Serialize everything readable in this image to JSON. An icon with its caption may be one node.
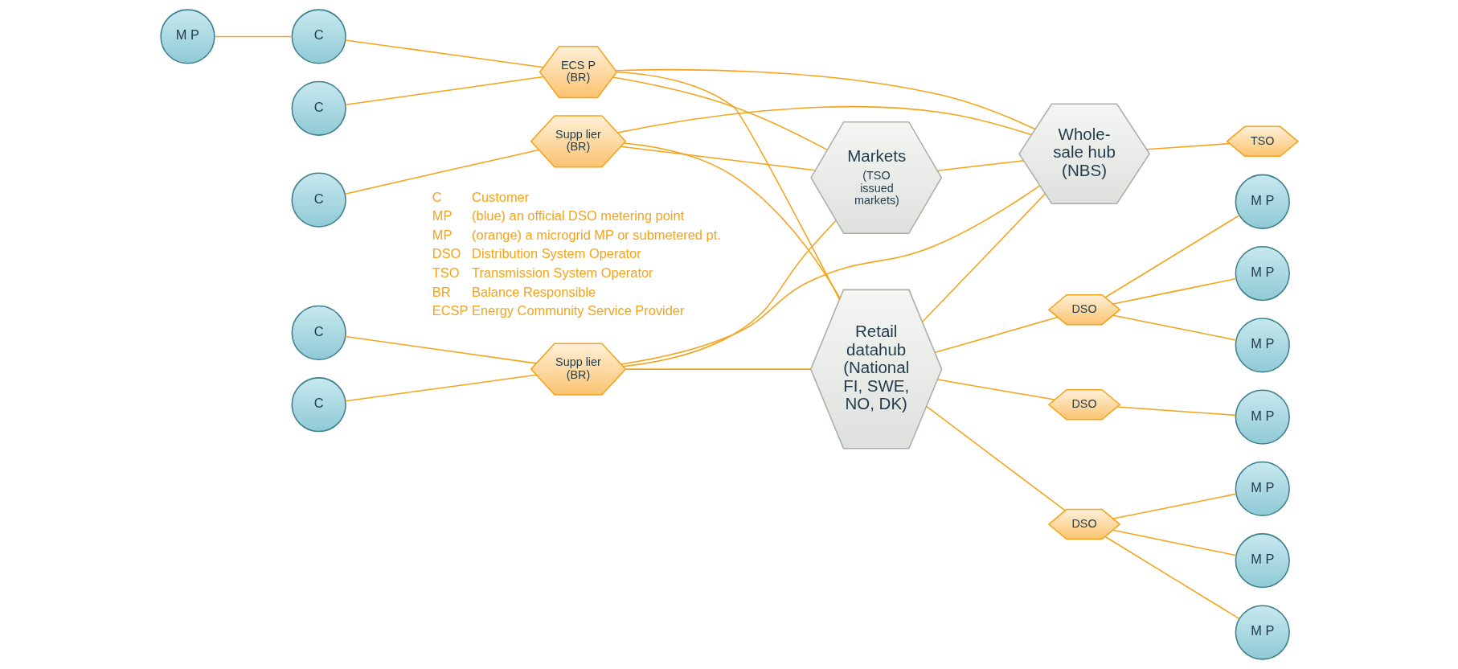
{
  "diagram": {
    "nodes": [
      {
        "text": [
          "C"
        ]
      },
      {
        "text": [
          "M P"
        ]
      },
      {
        "text": [
          "C"
        ]
      },
      {
        "text": [
          "C"
        ]
      },
      {
        "text": [
          "C"
        ]
      },
      {
        "text": [
          "C"
        ]
      },
      {
        "text": [
          "ECS P (BR)"
        ]
      },
      {
        "text": [
          "Supp lier (BR)"
        ]
      },
      {
        "text": [
          "Supp lier (BR)"
        ]
      },
      {
        "text": [
          "Retail datahub (National FI, SWE, NO, DK)"
        ]
      },
      {
        "text": [
          "Markets",
          "(TSO issued markets)"
        ]
      },
      {
        "text": [
          "Whole-sale hub (NBS)"
        ]
      },
      {
        "text": [
          "DSO"
        ]
      },
      {
        "text": [
          "DSO"
        ]
      },
      {
        "text": [
          "DSO"
        ]
      },
      {
        "text": [
          "TSO"
        ]
      },
      {
        "text": [
          "M P"
        ]
      },
      {
        "text": [
          "M P"
        ]
      },
      {
        "text": [
          "M P"
        ]
      },
      {
        "text": [
          "M P"
        ]
      },
      {
        "text": [
          "M P"
        ]
      },
      {
        "text": [
          "M P"
        ]
      },
      {
        "text": [
          "M P"
        ]
      }
    ],
    "edges": [
      {
        "from": 0,
        "to": 6,
        "arrow": "none"
      },
      {
        "from": 1,
        "to": 2,
        "arrow": "none"
      },
      {
        "from": 2,
        "to": 6,
        "arrow": "none"
      },
      {
        "from": 3,
        "to": 7,
        "arrow": "none"
      },
      {
        "from": 4,
        "to": 7,
        "arrow": "none"
      },
      {
        "from": 5,
        "to": 8,
        "arrow": "none"
      },
      {
        "from": 6,
        "to": 9,
        "arrow": "none"
      },
      {
        "from": 6,
        "to": 11,
        "arrow": "none"
      },
      {
        "from": 6,
        "to": 10,
        "arrow": "none"
      },
      {
        "from": 7,
        "to": 9,
        "arrow": "none"
      },
      {
        "from": 7,
        "to": 11,
        "arrow": "none"
      },
      {
        "from": 7,
        "to": 10,
        "arrow": "none"
      },
      {
        "from": 8,
        "to": 9,
        "arrow": "none"
      },
      {
        "from": 8,
        "to": 11,
        "arrow": "none"
      },
      {
        "from": 8,
        "to": 10,
        "arrow": "none"
      },
      {
        "from": 9,
        "to": 12,
        "arrow": "none"
      },
      {
        "from": 9,
        "to": 13,
        "arrow": "none"
      },
      {
        "from": 9,
        "to": 14,
        "arrow": "none"
      },
      {
        "from": 9,
        "to": 11,
        "arrow": "none"
      },
      {
        "from": 10,
        "to": 11,
        "arrow": "none"
      },
      {
        "from": 11,
        "to": 15,
        "arrow": "none"
      },
      {
        "from": 12,
        "to": 16,
        "arrow": "none"
      },
      {
        "from": 12,
        "to": 17,
        "arrow": "none"
      },
      {
        "from": 12,
        "to": 18,
        "arrow": "none"
      },
      {
        "from": 13,
        "to": 19,
        "arrow": "none"
      },
      {
        "from": 14,
        "to": 20,
        "arrow": "none"
      },
      {
        "from": 14,
        "to": 21,
        "arrow": "none"
      },
      {
        "from": 14,
        "to": 22,
        "arrow": "none"
      }
    ],
    "labels": [
      "C",
      "Customer",
      "MP",
      "(blue) an official DSO metering point",
      "MP",
      "(orange) a microgrid MP or submetered pt.",
      "DSO",
      "Distribution System Operator",
      "TSO",
      "Transmission System Operator",
      "BR",
      "Balance Responsible",
      "ECSP",
      "Energy Community Service Provider"
    ]
  }
}
